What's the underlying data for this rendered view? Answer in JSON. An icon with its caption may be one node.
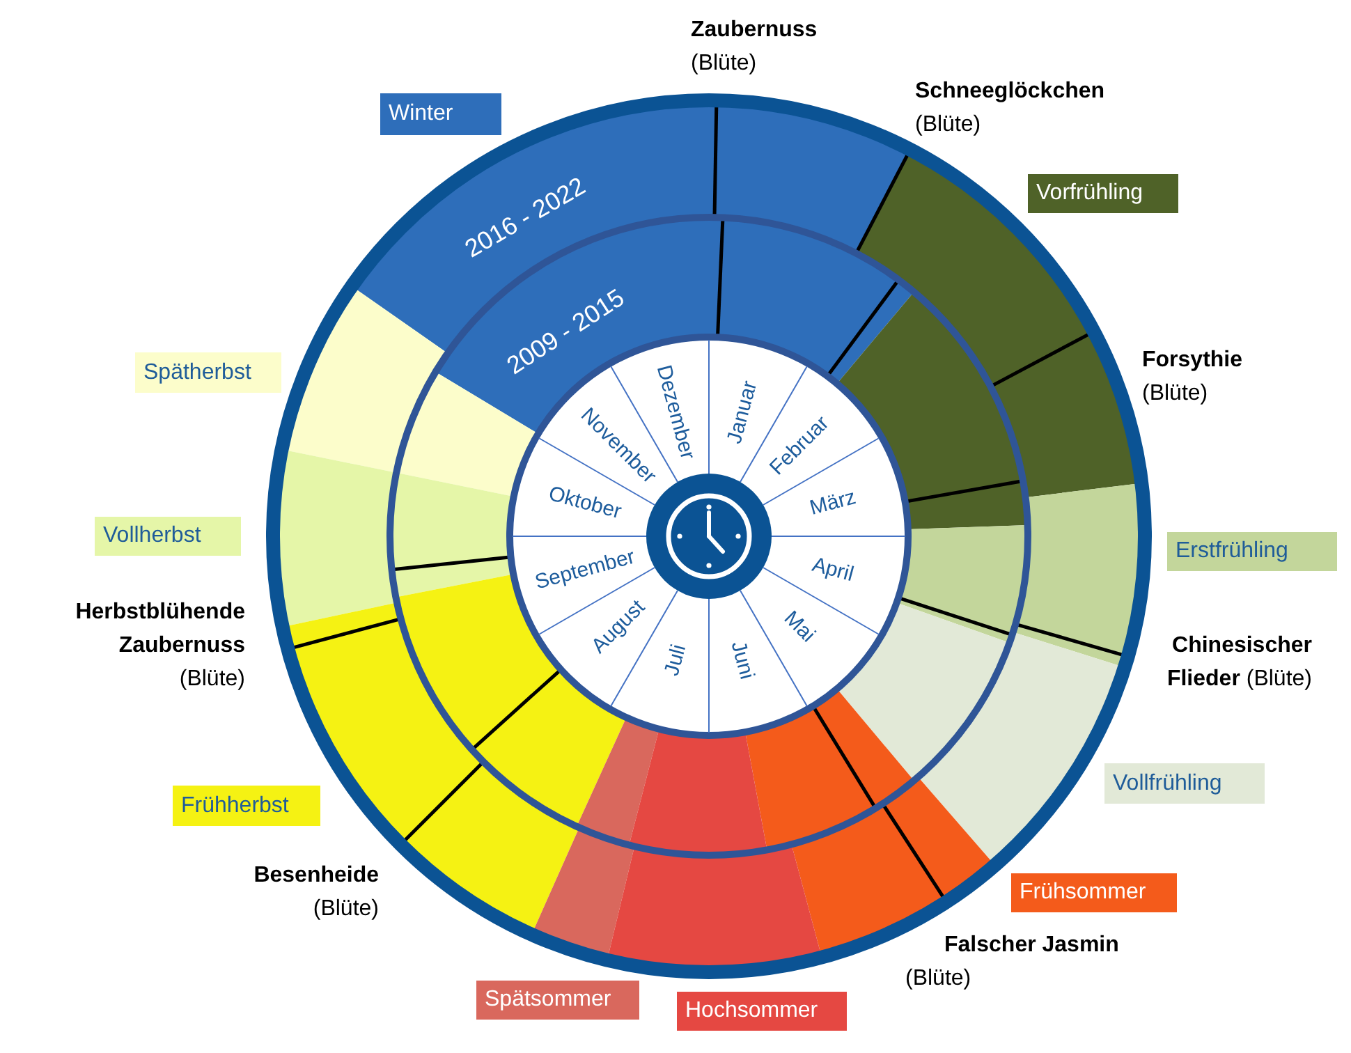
{
  "diagram": {
    "labels": [
      "**Zaubernuss** (Blüte)",
      "**Schneeglöckchen** (Blüte)",
      "2016 - 2022",
      "2009 - 2015",
      "**Forsythie** (Blüte)",
      "Januar",
      "Februar",
      "März",
      "April",
      "Mai",
      "Juni",
      "Juli",
      "August",
      "September",
      "Oktober",
      "November",
      "Dezember",
      "**Herbstblühende Zaubernuss** (Blüte)",
      "**Chinesischer Flieder** (Blüte)",
      "**Besenheide** (Blüte)",
      "**Falscher Jasmin** (Blüte)"
    ],
    "legend": [
      {
        "text": "Winter",
        "color": "#2e6eba"
      },
      {
        "text": "Vorfrühling",
        "color": "#4f6228"
      },
      {
        "text": "Spätherbst",
        "color": "#fcfdcb"
      },
      {
        "text": "Vollherbst",
        "color": "#e5f6a8"
      },
      {
        "text": "Erstfrühling",
        "color": "#c3d69b"
      },
      {
        "text": "Vollfrühling",
        "color": "#e2e9d7"
      },
      {
        "text": "Frühherbst",
        "color": "#f5f213"
      },
      {
        "text": "Frühsommer",
        "color": "#f45b1b"
      },
      {
        "text": "Spätsommer",
        "color": "#d9685d"
      },
      {
        "text": "Hochsommer",
        "color": "#e54842"
      }
    ]
  }
}
